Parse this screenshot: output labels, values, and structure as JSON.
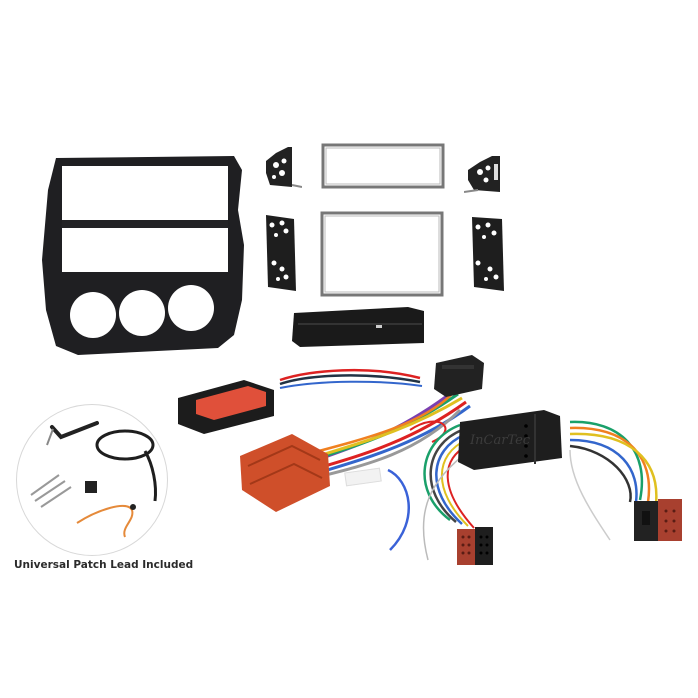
{
  "product": {
    "description": "Car stereo fitting kit with facia, brackets, pocket, steering control interface and harnesses",
    "caption": "Universal Patch Lead Included",
    "interface_brand": "InCarTec",
    "components": [
      {
        "name": "double-din-facia",
        "color": "#1c1c1e"
      },
      {
        "name": "single-din-cage-frame",
        "color": "#8a8a8a"
      },
      {
        "name": "double-din-cage-frame",
        "color": "#8a8a8a"
      },
      {
        "name": "side-bracket-small-left"
      },
      {
        "name": "side-bracket-small-right"
      },
      {
        "name": "side-bracket-large-left"
      },
      {
        "name": "side-bracket-large-right"
      },
      {
        "name": "storage-pocket"
      },
      {
        "name": "steering-control-interface",
        "label_color": "#e0503a"
      },
      {
        "name": "vehicle-harness-connector",
        "color": "#d0502b"
      },
      {
        "name": "active-system-adapter",
        "brand": "InCarTec"
      },
      {
        "name": "iso-connectors"
      },
      {
        "name": "universal-patch-lead"
      }
    ]
  }
}
